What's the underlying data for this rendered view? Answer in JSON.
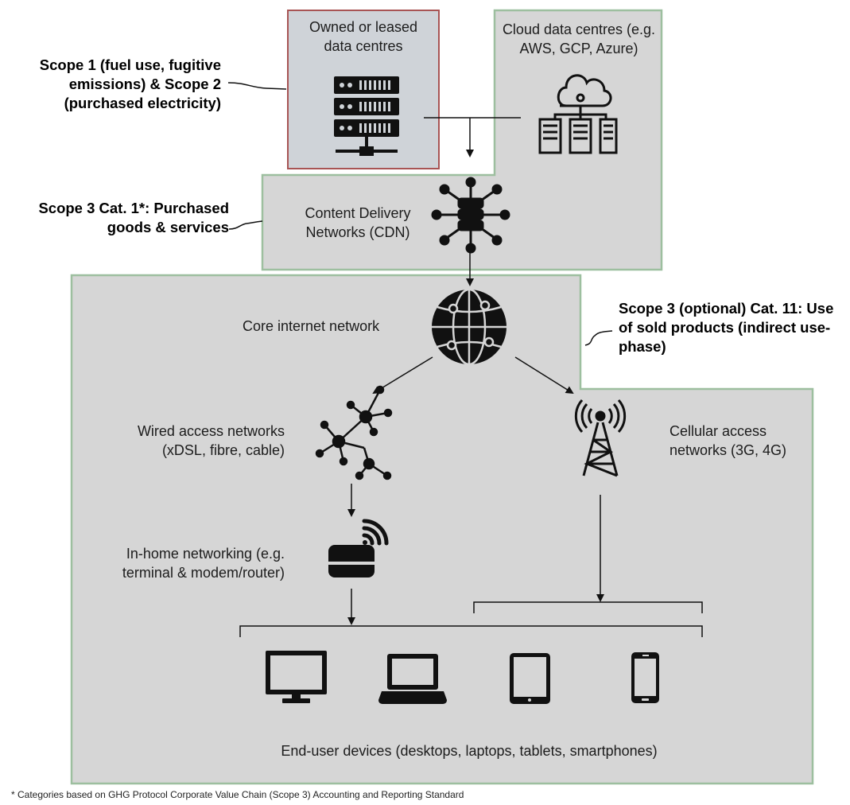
{
  "nodes": {
    "owned_dc": "Owned or leased data centres",
    "cloud_dc": "Cloud data centres (e.g. AWS, GCP, Azure)",
    "cdn": "Content Delivery Networks (CDN)",
    "core": "Core internet network",
    "wired": "Wired access networks (xDSL, fibre, cable)",
    "cellular": "Cellular access networks (3G, 4G)",
    "inhome": "In-home networking (e.g. terminal & modem/router)",
    "devices": "End-user devices (desktops, laptops, tablets, smartphones)"
  },
  "scopes": {
    "scope12": "Scope 1 (fuel use, fugitive emissions) & Scope  2 (purchased electricity)",
    "scope3_cat1": "Scope 3 Cat. 1*: Purchased goods & services",
    "scope3_cat11": "Scope 3 (optional) Cat. 11: Use of sold products (indirect use-phase)"
  },
  "footnote": "* Categories based on GHG Protocol Corporate Value Chain (Scope 3) Accounting and Reporting Standard",
  "colors": {
    "box_fill": "#d6d6d6",
    "green_border": "#9dbf9f",
    "red_border": "#a85454",
    "owned_fill": "#cfd3d8",
    "icon": "#111111"
  },
  "icons": [
    "server-rack-icon",
    "cloud-servers-icon",
    "cdn-hub-icon",
    "globe-icon",
    "network-nodes-icon",
    "cell-tower-icon",
    "router-wifi-icon",
    "monitor-icon",
    "laptop-icon",
    "tablet-icon",
    "smartphone-icon"
  ]
}
